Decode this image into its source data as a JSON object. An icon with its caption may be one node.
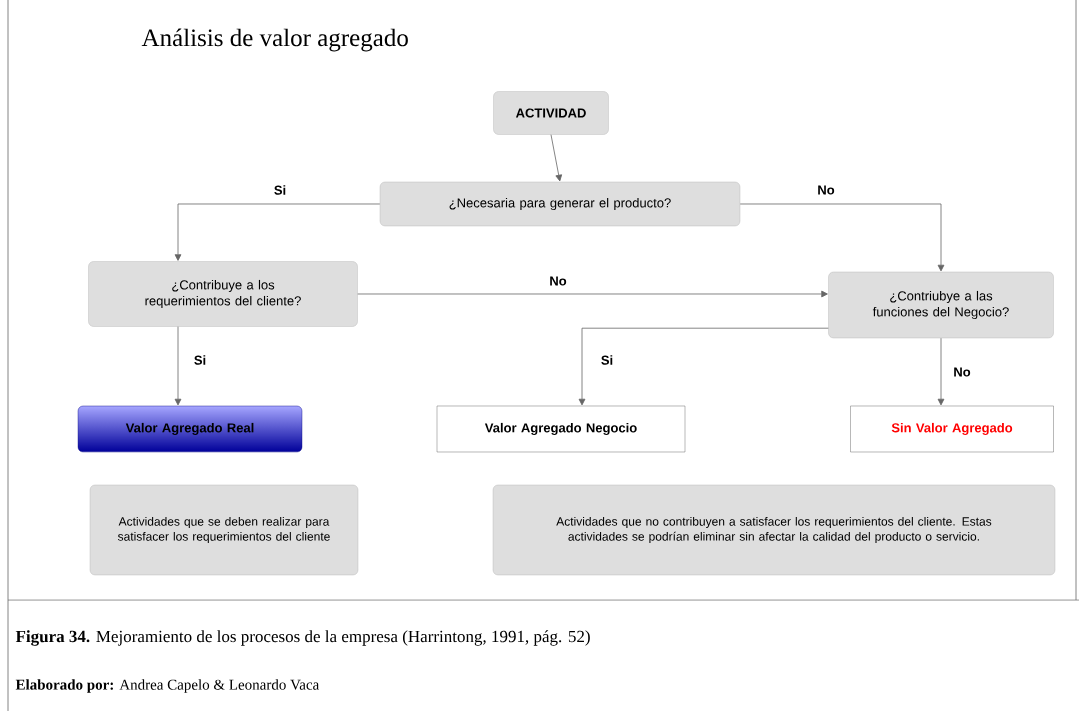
{
  "diagram": {
    "title": "Análisis de valor agregado",
    "caption": "**Figura 34.** Mejoramiento de los procesos de la empresa (Harrintong, 1991, pág. 52)",
    "nodes": [
      {
        "text": [
          "ACTIVIDAD"
        ]
      },
      {
        "text": [
          "¿Necesaria para generar el producto?"
        ]
      },
      {
        "text": [
          "¿Contribuye a los requerimientos del cliente?"
        ]
      },
      {
        "text": [
          "¿Contriubye a las funciones del Negocio?"
        ]
      },
      {
        "text": [
          "Valor Agregado Real"
        ]
      },
      {
        "text": [
          "Valor Agregado Negocio"
        ]
      },
      {
        "text": [
          "Sin Valor Agregado"
        ]
      },
      {
        "text": [
          "Actividades que se deben realizar para satisfacer los requerimientos del cliente"
        ]
      },
      {
        "text": [
          "Actividades que no contribuyen a satisfacer los requerimientos del cliente. Estas actividades se podrían eliminar sin afectar la calidad del producto o servicio."
        ]
      }
    ],
    "edges": [
      {
        "from": 0,
        "to": 1,
        "arrow": "to"
      },
      {
        "from": 1,
        "to": 2,
        "arrow": "to",
        "label": "Si"
      },
      {
        "from": 1,
        "to": 3,
        "arrow": "to",
        "label": "No"
      },
      {
        "from": 2,
        "to": 3,
        "arrow": "to",
        "label": "No"
      },
      {
        "from": 2,
        "to": 4,
        "arrow": "to",
        "label": "Si"
      },
      {
        "from": 3,
        "to": 5,
        "arrow": "to",
        "label": "Si"
      },
      {
        "from": 3,
        "to": 6,
        "arrow": "to",
        "label": "No"
      }
    ],
    "labels": [
      "**Elaborado por:** Andrea Capelo & Leonardo Vaca"
    ]
  }
}
